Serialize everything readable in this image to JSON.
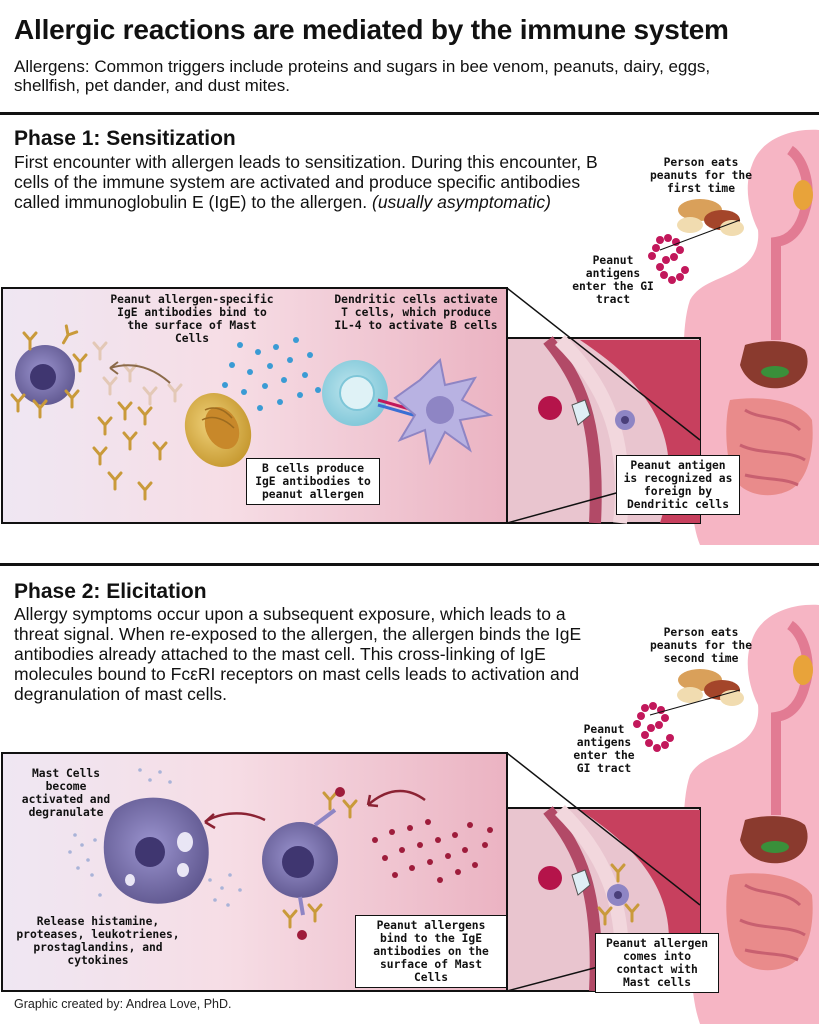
{
  "header": {
    "title": "Allergic reactions are mediated by the immune system",
    "subtitle": "Allergens: Common triggers include proteins and sugars in bee venom, peanuts, dairy, eggs, shellfish, pet dander, and dust mites."
  },
  "phase1": {
    "heading": "Phase 1: Sensitization",
    "body": "First encounter with allergen leads to sensitization. During this encounter, B cells of the immune system are activated and produce specific antibodies called immunoglobulin E (IgE) to the allergen.",
    "body_italic": "(usually asymptomatic)",
    "labels": {
      "person_eats": "Person eats peanuts for the first time",
      "antigens_enter": "Peanut antigens enter the GI tract",
      "ige_bind": "Peanut allergen-specific IgE antibodies bind to the surface of Mast Cells",
      "dendritic_activate": "Dendritic cells activate T cells, which produce IL-4 to activate B cells",
      "b_cells": "B cells produce IgE antibodies to peanut allergen",
      "recognized": "Peanut antigen is recognized as foreign by Dendritic cells"
    }
  },
  "phase2": {
    "heading": "Phase 2: Elicitation",
    "body": "Allergy symptoms occur upon a subsequent exposure, which leads to a threat signal. When re-exposed to the allergen, the allergen binds the IgE antibodies already attached to the mast cell. This cross-linking of IgE molecules bound to FcεRI receptors on mast cells leads to activation and degranulation of mast cells.",
    "labels": {
      "person_eats": "Person eats peanuts for the second time",
      "antigens_enter": "Peanut antigens enter the GI tract",
      "mast_activated": "Mast Cells become activated and degranulate",
      "release": "Release histamine, proteases, leukotrienes, prostaglandins, and cytokines",
      "allergens_bind": "Peanut allergens bind to the IgE antibodies on the surface of Mast Cells",
      "contact": "Peanut allergen comes into contact with Mast cells"
    }
  },
  "footer": {
    "credit": "Graphic created by: Andrea Love, PhD."
  },
  "colors": {
    "panel_pink": "#f6dfe6",
    "body_pink": "#f4a7b9",
    "mast_purple": "#7e76b5",
    "antibody_gold": "#c99a3a",
    "allergen_red": "#9e1c3b",
    "dot_blue": "#3a9bd4"
  }
}
